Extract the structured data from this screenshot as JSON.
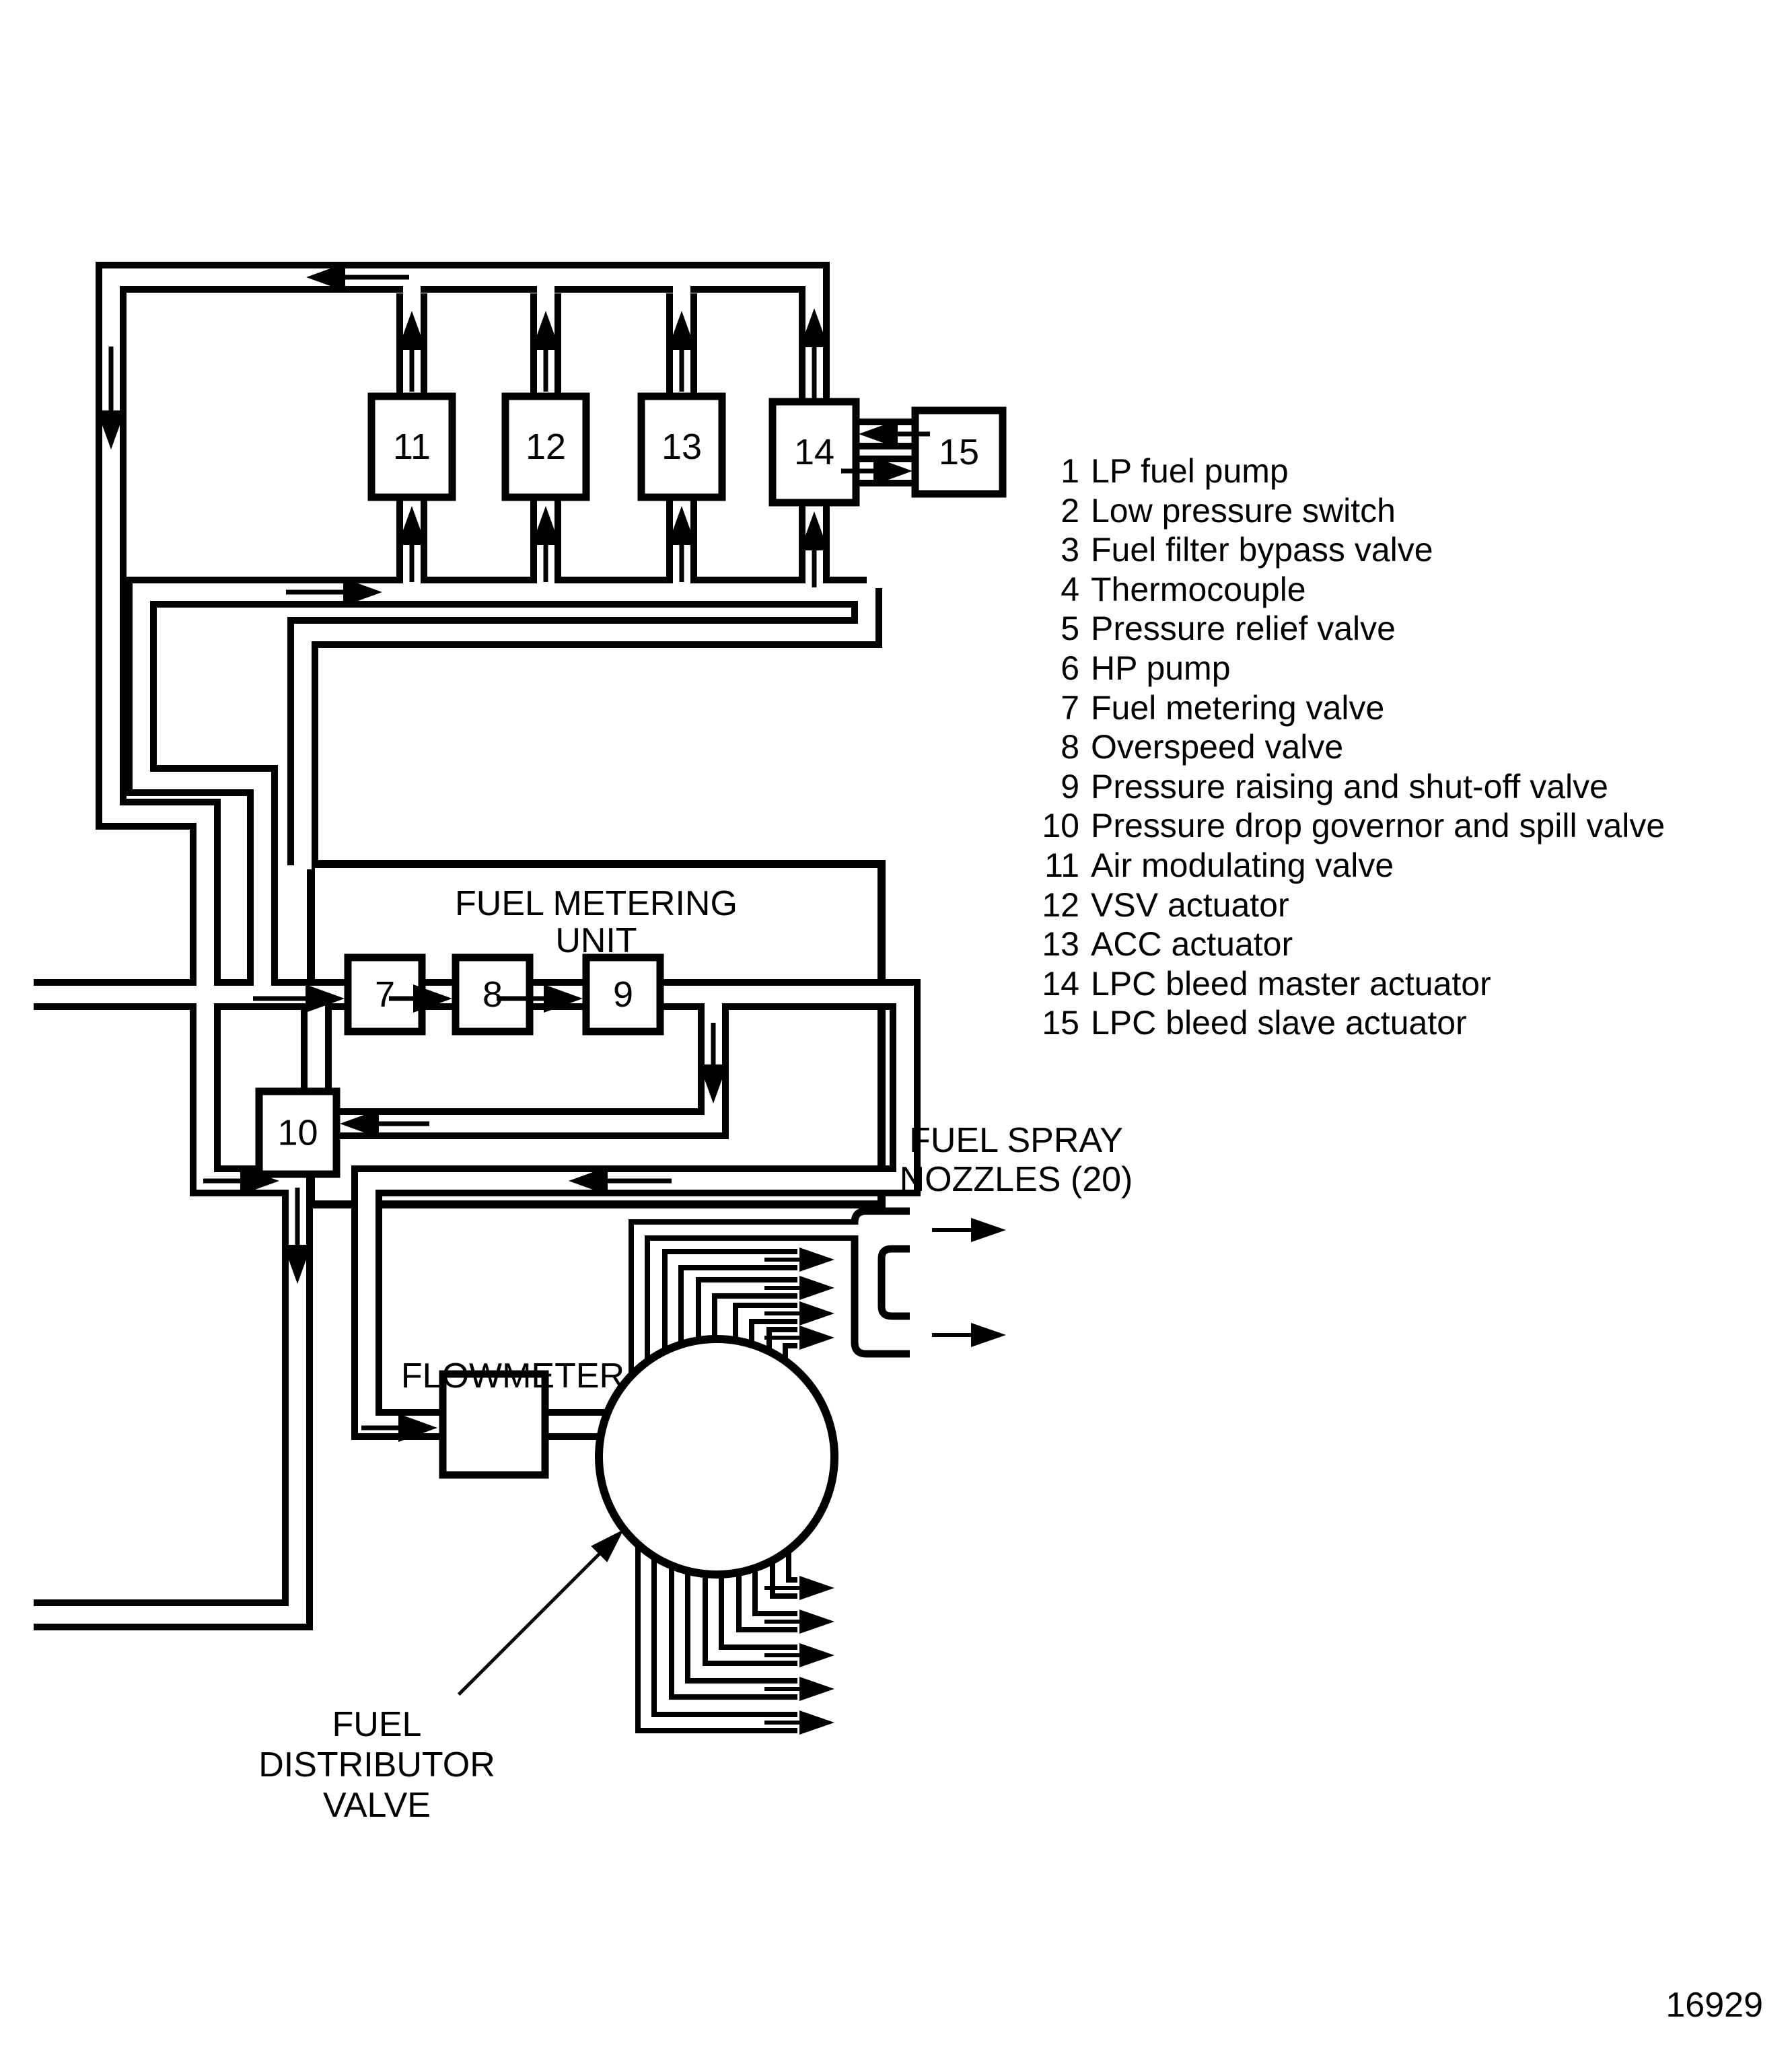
{
  "figure_number": "16929",
  "colors": {
    "ink": "#000000",
    "paper": "#ffffff"
  },
  "diagram": {
    "labels": {
      "fuel_metering_unit": [
        "FUEL METERING",
        "UNIT"
      ],
      "flowmeter": "FLOWMETER",
      "fuel_spray_nozzles": [
        "FUEL SPRAY",
        "NOZZLES (20)"
      ],
      "fuel_distributor_valve": [
        "FUEL",
        "DISTRIBUTOR",
        "VALVE"
      ]
    },
    "component_boxes": [
      "7",
      "8",
      "9",
      "10",
      "11",
      "12",
      "13",
      "14",
      "15"
    ]
  },
  "legend": {
    "items": [
      {
        "num": "1",
        "label": "LP fuel pump"
      },
      {
        "num": "2",
        "label": "Low pressure switch"
      },
      {
        "num": "3",
        "label": "Fuel filter bypass valve"
      },
      {
        "num": "4",
        "label": "Thermocouple"
      },
      {
        "num": "5",
        "label": "Pressure relief valve"
      },
      {
        "num": "6",
        "label": "HP pump"
      },
      {
        "num": "7",
        "label": "Fuel metering valve"
      },
      {
        "num": "8",
        "label": "Overspeed valve"
      },
      {
        "num": "9",
        "label": "Pressure raising and shut-off valve"
      },
      {
        "num": "10",
        "label": "Pressure drop governor and spill valve"
      },
      {
        "num": "11",
        "label": "Air modulating valve"
      },
      {
        "num": "12",
        "label": "VSV actuator"
      },
      {
        "num": "13",
        "label": "ACC actuator"
      },
      {
        "num": "14",
        "label": "LPC bleed master actuator"
      },
      {
        "num": "15",
        "label": "LPC bleed slave actuator"
      }
    ]
  }
}
